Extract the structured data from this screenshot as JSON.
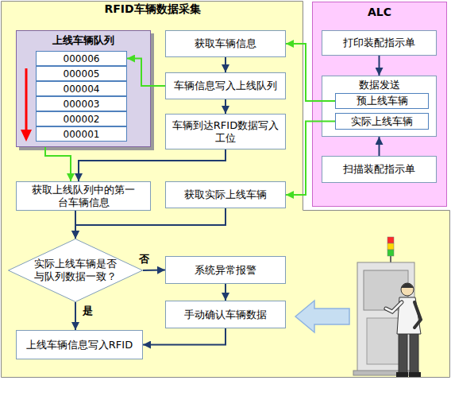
{
  "diagram": {
    "nodes": [
      {
        "text": [
          "RFID车辆数据采集"
        ]
      },
      {
        "text": [
          "上线车辆队列"
        ],
        "in": 0
      },
      {
        "text": [
          "000006"
        ],
        "in": 1
      },
      {
        "text": [
          "000005"
        ],
        "in": 1
      },
      {
        "text": [
          "000004"
        ],
        "in": 1
      },
      {
        "text": [
          "000003"
        ],
        "in": 1
      },
      {
        "text": [
          "000002"
        ],
        "in": 1
      },
      {
        "text": [
          "000001"
        ],
        "in": 1
      },
      {
        "text": [
          "获取车辆信息"
        ],
        "in": 0
      },
      {
        "text": [
          "车辆信息写入上线队列"
        ],
        "in": 0
      },
      {
        "text": [
          "车辆到达RFID数据写入工位"
        ],
        "in": 0
      },
      {
        "text": [
          "获取上线队列中的第一台车辆信息"
        ],
        "in": 0
      },
      {
        "text": [
          "获取实际上线车辆"
        ],
        "in": 0
      },
      {
        "text": [
          "实际上线车辆是否与队列数据一致？"
        ],
        "in": 0
      },
      {
        "text": [
          "系统异常报警"
        ],
        "in": 0
      },
      {
        "text": [
          "手动确认车辆数据"
        ],
        "in": 0
      },
      {
        "text": [
          "上线车辆信息写入RFID"
        ],
        "in": 0
      },
      {
        "text": [
          "ALC"
        ]
      },
      {
        "text": [
          "打印装配指示单"
        ],
        "in": 17
      },
      {
        "text": [
          "数据发送"
        ],
        "in": 17
      },
      {
        "text": [
          "预上线车辆"
        ],
        "in": 19
      },
      {
        "text": [
          "实际上线车辆"
        ],
        "in": 19
      },
      {
        "text": [
          "扫描装配指示单"
        ],
        "in": 17
      }
    ],
    "edges": [
      {
        "from": 20,
        "to": 8,
        "arrow": "to"
      },
      {
        "from": 8,
        "to": 9,
        "arrow": "to"
      },
      {
        "from": 9,
        "to": 2,
        "arrow": "to"
      },
      {
        "from": 9,
        "to": 10,
        "arrow": "to"
      },
      {
        "from": 10,
        "to": 11,
        "arrow": "to"
      },
      {
        "from": 1,
        "to": 11,
        "arrow": "to"
      },
      {
        "from": 21,
        "to": 12,
        "arrow": "to"
      },
      {
        "from": 11,
        "to": 13,
        "arrow": "to"
      },
      {
        "from": 12,
        "to": 13,
        "arrow": "to"
      },
      {
        "from": 13,
        "to": 14,
        "label": "否",
        "arrow": "to"
      },
      {
        "from": 14,
        "to": 15,
        "arrow": "to"
      },
      {
        "from": 13,
        "to": 16,
        "label": "是",
        "arrow": "to"
      },
      {
        "from": 15,
        "to": 16,
        "arrow": "to"
      },
      {
        "from": 18,
        "to": 19,
        "arrow": "to"
      },
      {
        "from": 22,
        "to": 19,
        "arrow": "to"
      }
    ]
  }
}
